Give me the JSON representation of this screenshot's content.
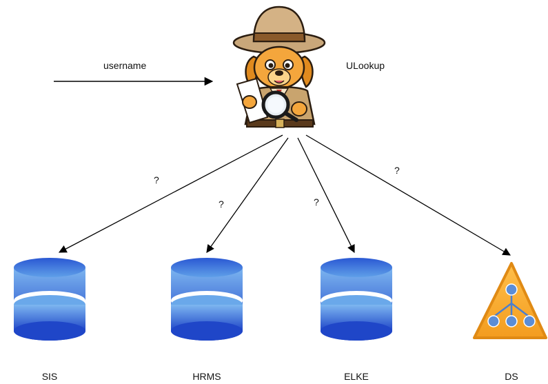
{
  "input": {
    "label": "username"
  },
  "lookup": {
    "label": "ULookup",
    "icon": "detective-dog-icon"
  },
  "edges": [
    {
      "target": "SIS",
      "label": "?"
    },
    {
      "target": "HRMS",
      "label": "?"
    },
    {
      "target": "ELKE",
      "label": "?"
    },
    {
      "target": "DS",
      "label": "?"
    }
  ],
  "nodes": [
    {
      "label": "SIS",
      "icon": "database-icon"
    },
    {
      "label": "HRMS",
      "icon": "database-icon"
    },
    {
      "label": "ELKE",
      "icon": "database-icon"
    },
    {
      "label": "DS",
      "icon": "directory-service-icon"
    }
  ],
  "colors": {
    "db_light": "#6aa8ea",
    "db_dark": "#1d47c9",
    "ds_fill": "#f6a531",
    "ds_stroke": "#e08a14",
    "ds_node": "#5b8dd6"
  }
}
